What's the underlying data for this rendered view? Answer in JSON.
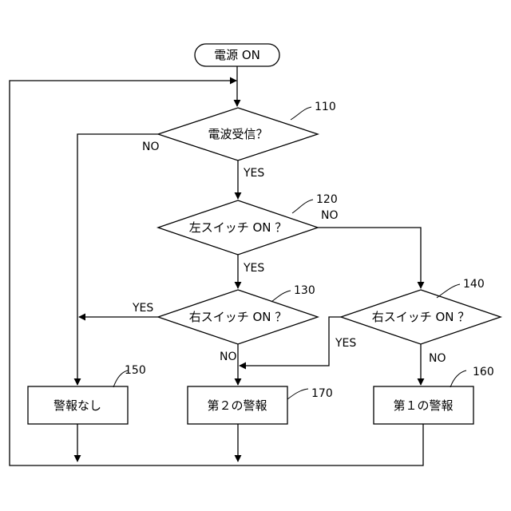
{
  "nodes": {
    "start": "電源 ON",
    "d110": "電波受信？",
    "d120": "左スイッチ ON ？",
    "d130": "右スイッチ ON ？",
    "d140": "右スイッチ ON ？",
    "p150": "警報なし",
    "p170": "第２の警報",
    "p160": "第１の警報"
  },
  "refs": {
    "r110": "110",
    "r120": "120",
    "r130": "130",
    "r140": "140",
    "r150": "150",
    "r160": "160",
    "r170": "170"
  },
  "branches": {
    "d110_no": "NO",
    "d110_yes": "YES",
    "d120_no": "NO",
    "d120_yes": "YES",
    "d130_yes": "YES",
    "d130_no": "NO",
    "d140_yes": "YES",
    "d140_no": "NO"
  }
}
